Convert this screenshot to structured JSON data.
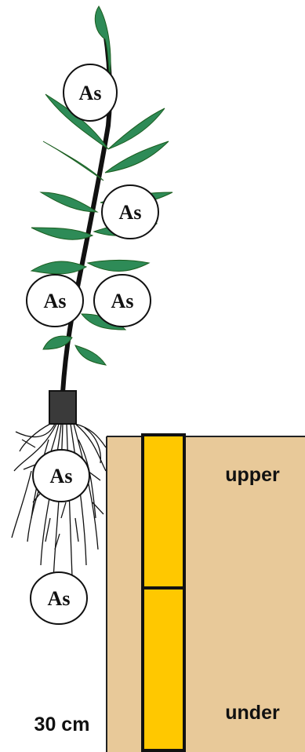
{
  "labels": {
    "element": "As",
    "upper": "upper",
    "under": "under",
    "depth": "30 cm"
  },
  "colors": {
    "soil": "#e8c999",
    "column": "#ffc800",
    "leaf": "#2e8b57",
    "stem": "#111111",
    "pot": "#3a3a3a"
  }
}
